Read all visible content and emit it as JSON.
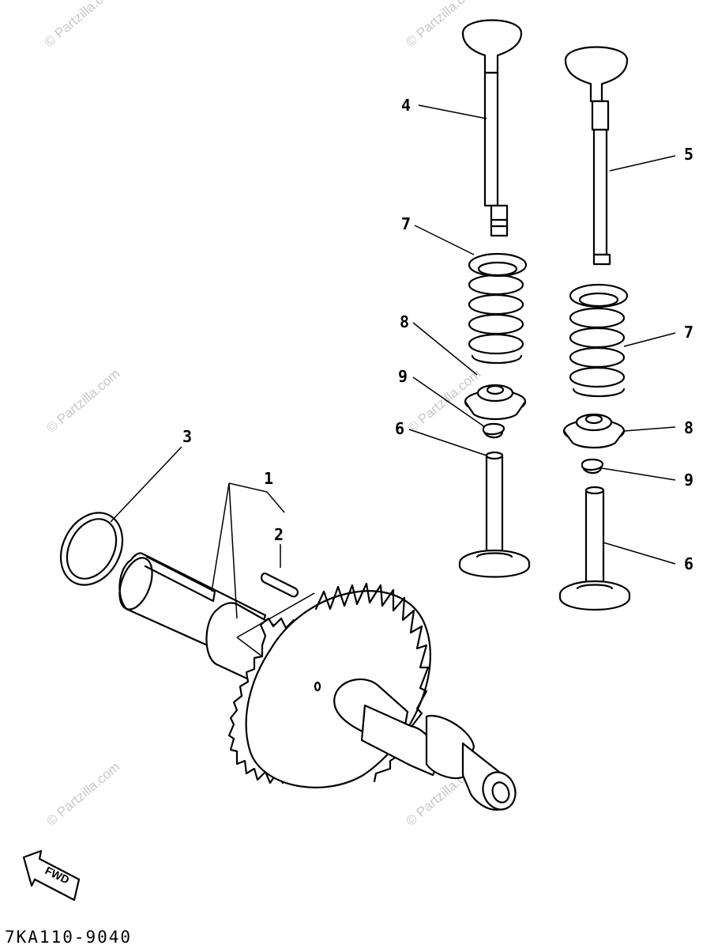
{
  "diagram": {
    "callouts": {
      "c1": "1",
      "c2": "2",
      "c3": "3",
      "c4": "4",
      "c5": "5",
      "c6a": "6",
      "c6b": "6",
      "c7a": "7",
      "c7b": "7",
      "c8a": "8",
      "c8b": "8",
      "c9a": "9",
      "c9b": "9"
    },
    "fwd_label": "FWD",
    "drawing_code": "7KA110-9040"
  },
  "watermark": {
    "text": "© Partzilla.com"
  }
}
